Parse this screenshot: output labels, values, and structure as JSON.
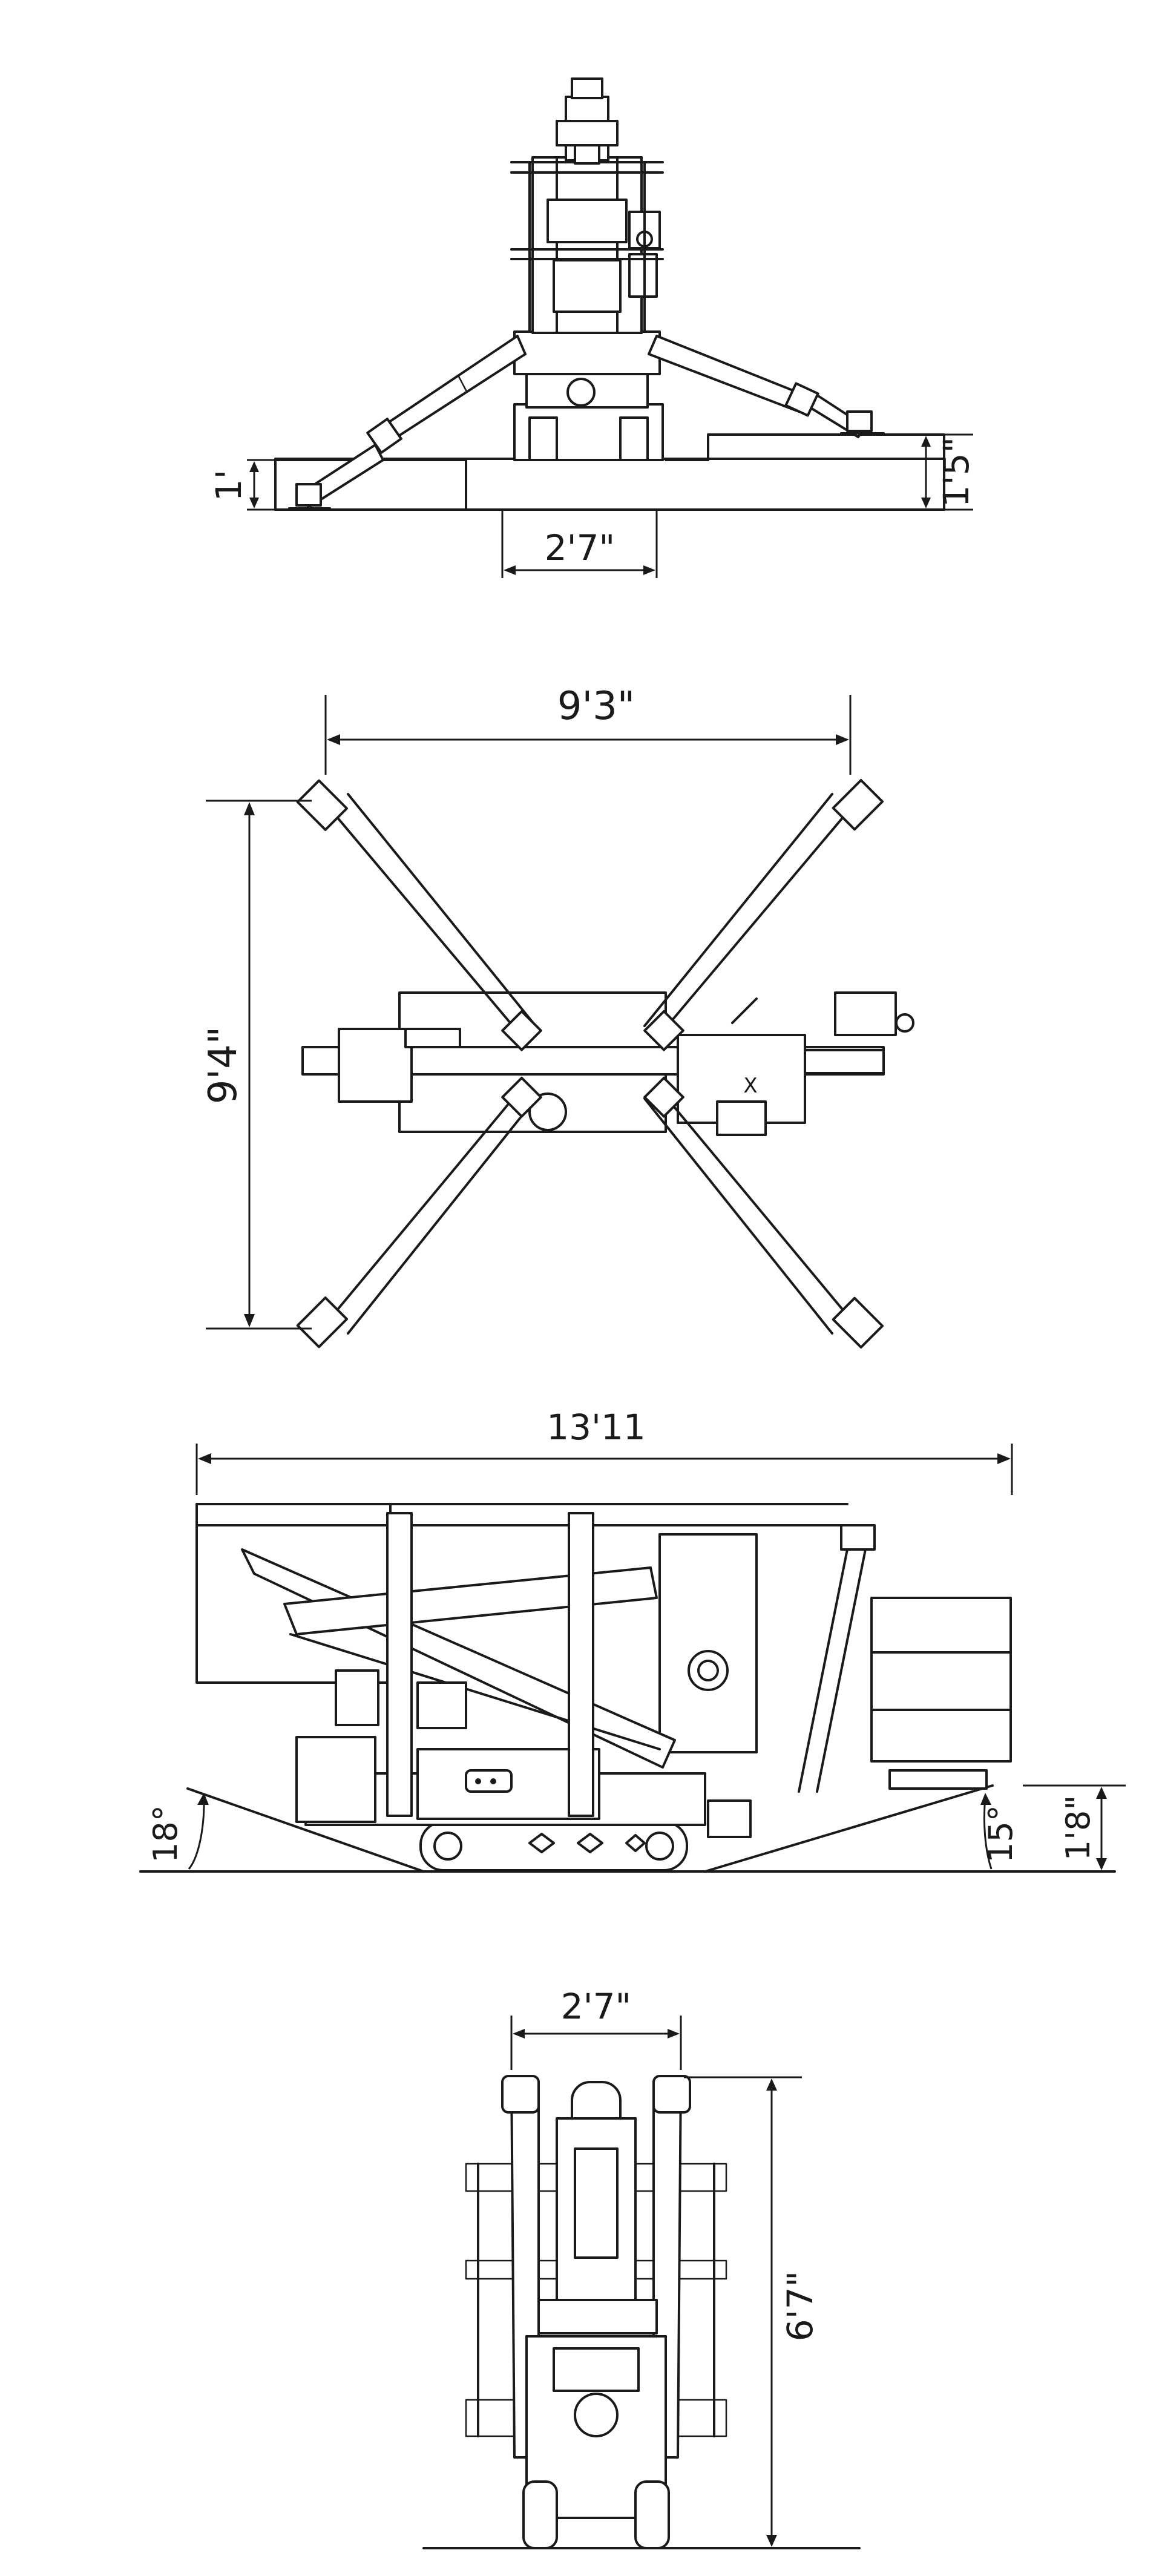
{
  "views": {
    "front_outriggers": {
      "dim_left_height": "1'",
      "dim_right_height": "1'5\"",
      "dim_track_width": "2'7\""
    },
    "top_plan": {
      "dim_outrigger_width": "9'3\"",
      "dim_outrigger_length": "9'4\""
    },
    "side_view": {
      "dim_overall_length": "13'11",
      "dim_approach_angle": "18°",
      "dim_departure_angle": "15°",
      "dim_clearance_height": "1'8\""
    },
    "rear_view": {
      "dim_width": "2'7\"",
      "dim_height": "6'7\""
    }
  },
  "colors": {
    "line": "#1a1a1a",
    "background": "#ffffff"
  }
}
